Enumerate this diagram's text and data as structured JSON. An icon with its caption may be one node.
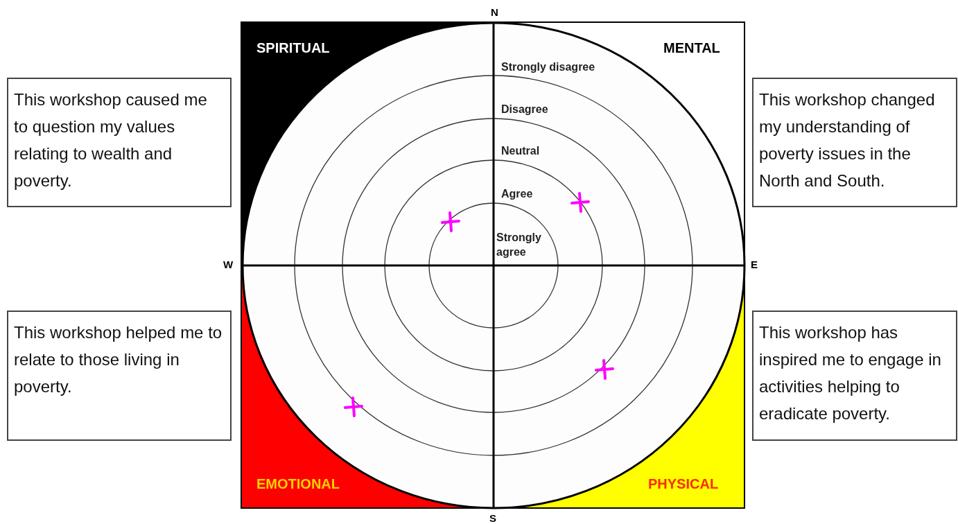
{
  "diagram": {
    "nodes": [
      {
        "text": [
          "This workshop caused me to question my values relating to wealth and poverty."
        ]
      },
      {
        "text": [
          "This workshop changed my understanding of poverty issues in the North and South."
        ]
      },
      {
        "text": [
          "This workshop helped me to relate to those living in poverty."
        ]
      },
      {
        "text": [
          "This workshop has inspired me to engage in activities helping to eradicate poverty."
        ]
      }
    ],
    "labels": [
      "N",
      "SPIRITUAL",
      "MENTAL",
      "Strongly disagree",
      "Disagree",
      "Neutral",
      "Agree",
      "Strongly agree",
      "W",
      "E",
      "EMOTIONAL",
      "PHYSICAL",
      "S"
    ]
  }
}
